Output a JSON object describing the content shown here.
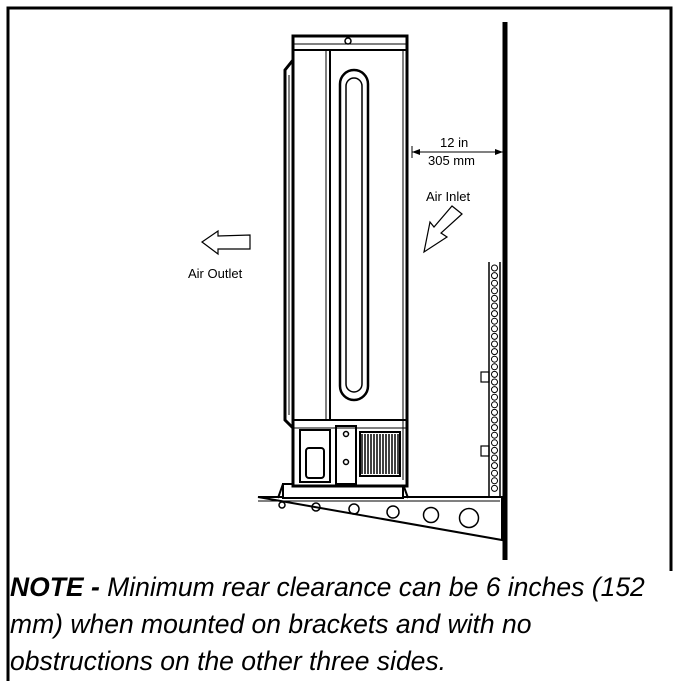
{
  "diagram": {
    "clearance_in": "12 in",
    "clearance_mm": "305 mm",
    "air_inlet_label": "Air Inlet",
    "air_outlet_label": "Air Outlet"
  },
  "note": {
    "prefix": "NOTE -",
    "text": " Minimum rear clearance can be 6 inches (152 mm) when mounted on brackets and with no obstructions on the other three sides."
  }
}
